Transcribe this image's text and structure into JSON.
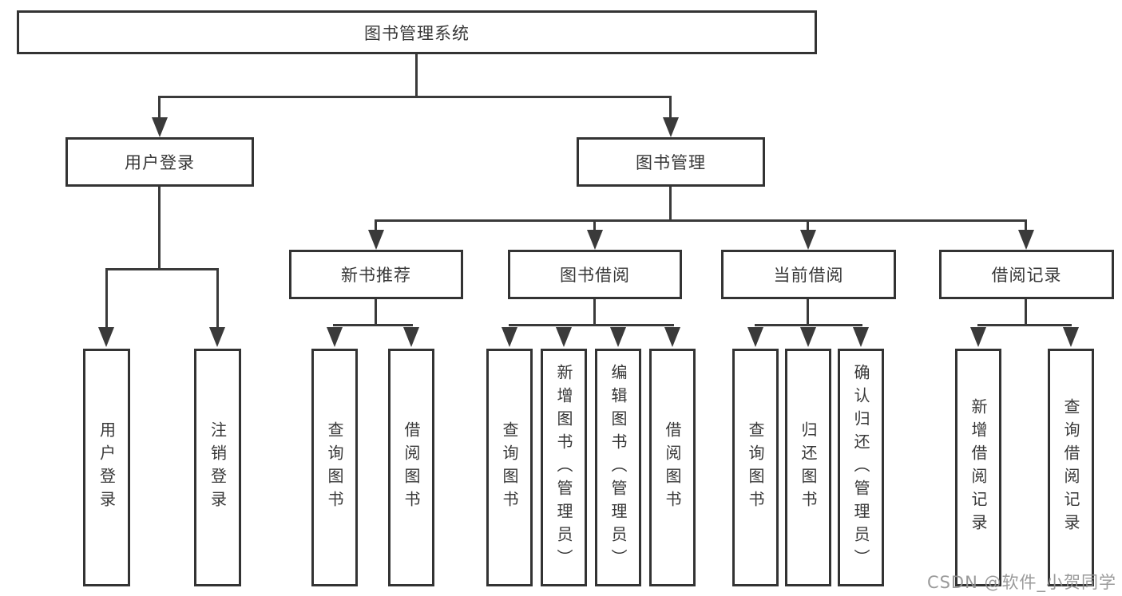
{
  "tree": {
    "root": {
      "label": "图书管理系统",
      "children": [
        {
          "label": "用户登录",
          "children": [
            {
              "label": "用户登录"
            },
            {
              "label": "注销登录"
            }
          ]
        },
        {
          "label": "图书管理",
          "children": [
            {
              "label": "新书推荐",
              "children": [
                {
                  "label": "查询图书"
                },
                {
                  "label": "借阅图书"
                }
              ]
            },
            {
              "label": "图书借阅",
              "children": [
                {
                  "label": "查询图书"
                },
                {
                  "label": "新增图书（管理员）"
                },
                {
                  "label": "编辑图书（管理员）"
                },
                {
                  "label": "借阅图书"
                }
              ]
            },
            {
              "label": "当前借阅",
              "children": [
                {
                  "label": "查询图书"
                },
                {
                  "label": "归还图书"
                },
                {
                  "label": "确认归还（管理员）"
                }
              ]
            },
            {
              "label": "借阅记录",
              "children": [
                {
                  "label": "新增借阅记录"
                },
                {
                  "label": "查询借阅记录"
                }
              ]
            }
          ]
        }
      ]
    }
  },
  "watermark": "CSDN @软件_小贺同学",
  "colors": {
    "line": "#3a3a3a",
    "box_border": "#333333",
    "text": "#383838",
    "watermark": "#919191",
    "background": "#ffffff"
  }
}
